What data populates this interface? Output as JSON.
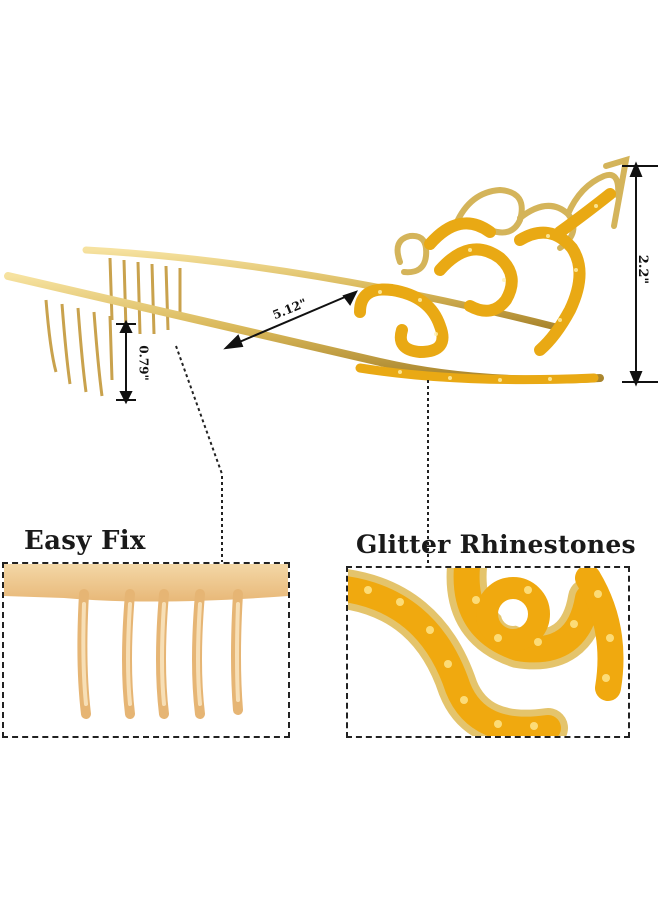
{
  "product": {
    "colors": {
      "gold": "#e2c36a",
      "gold_dark": "#b08a2a",
      "rhinestone": "#f2b418",
      "rhinestone_dark": "#c98a08",
      "comb_gold": "#edc27f",
      "line": "#222222"
    }
  },
  "dimensions": {
    "length": "5.12\"",
    "comb_height": "0.79\"",
    "height": "2.2\""
  },
  "callouts": {
    "easy_fix": "Easy Fix",
    "glitter": "Glitter Rhinestones"
  }
}
